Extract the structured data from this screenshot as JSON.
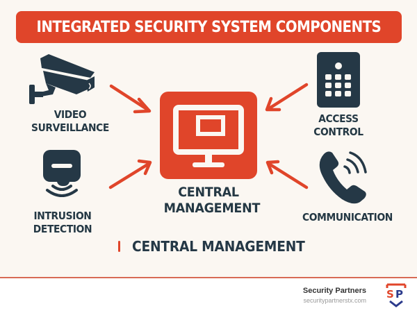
{
  "title": "INTEGRATED SECURITY SYSTEM COMPONENTS",
  "components": [
    {
      "id": "video",
      "label": "VIDEO\nSURVEILLANCE",
      "icon": "cctv-camera-icon"
    },
    {
      "id": "intrusion",
      "label": "INTRUSION\nDETECTION",
      "icon": "motion-sensor-icon"
    },
    {
      "id": "access",
      "label": "ACCESS\nCONTROL",
      "icon": "keypad-icon"
    },
    {
      "id": "communication",
      "label": "COMMUNICATION",
      "icon": "phone-icon"
    }
  ],
  "center": {
    "label": "CENTRAL\nMANAGEMENT",
    "icon": "monitor-icon"
  },
  "bottom_heading": "CENTRAL MANAGEMENT",
  "footer": {
    "brand_name": "Security Partners",
    "brand_url": "securitypartnerstx.com",
    "logo_text": "SP"
  },
  "colors": {
    "accent": "#e0452a",
    "dark": "#253846",
    "background": "#fbf7f2",
    "logo_blue": "#2b3a8c"
  }
}
